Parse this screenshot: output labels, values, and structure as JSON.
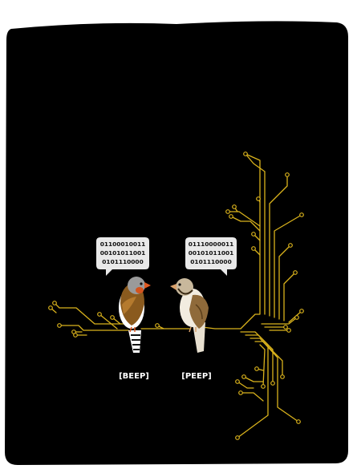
{
  "colors": {
    "background": "#000000",
    "trace": "#d9b21c",
    "bubble": "#e9e9e9",
    "text": "#ffffff"
  },
  "left_bird": {
    "binary_lines": [
      "01100010011",
      "00101011001",
      "0101110000"
    ],
    "label": "[BEEP]"
  },
  "right_bird": {
    "binary_lines": [
      "01110000011",
      "00101011001",
      "0101110000"
    ],
    "label": "[PEEP]"
  }
}
